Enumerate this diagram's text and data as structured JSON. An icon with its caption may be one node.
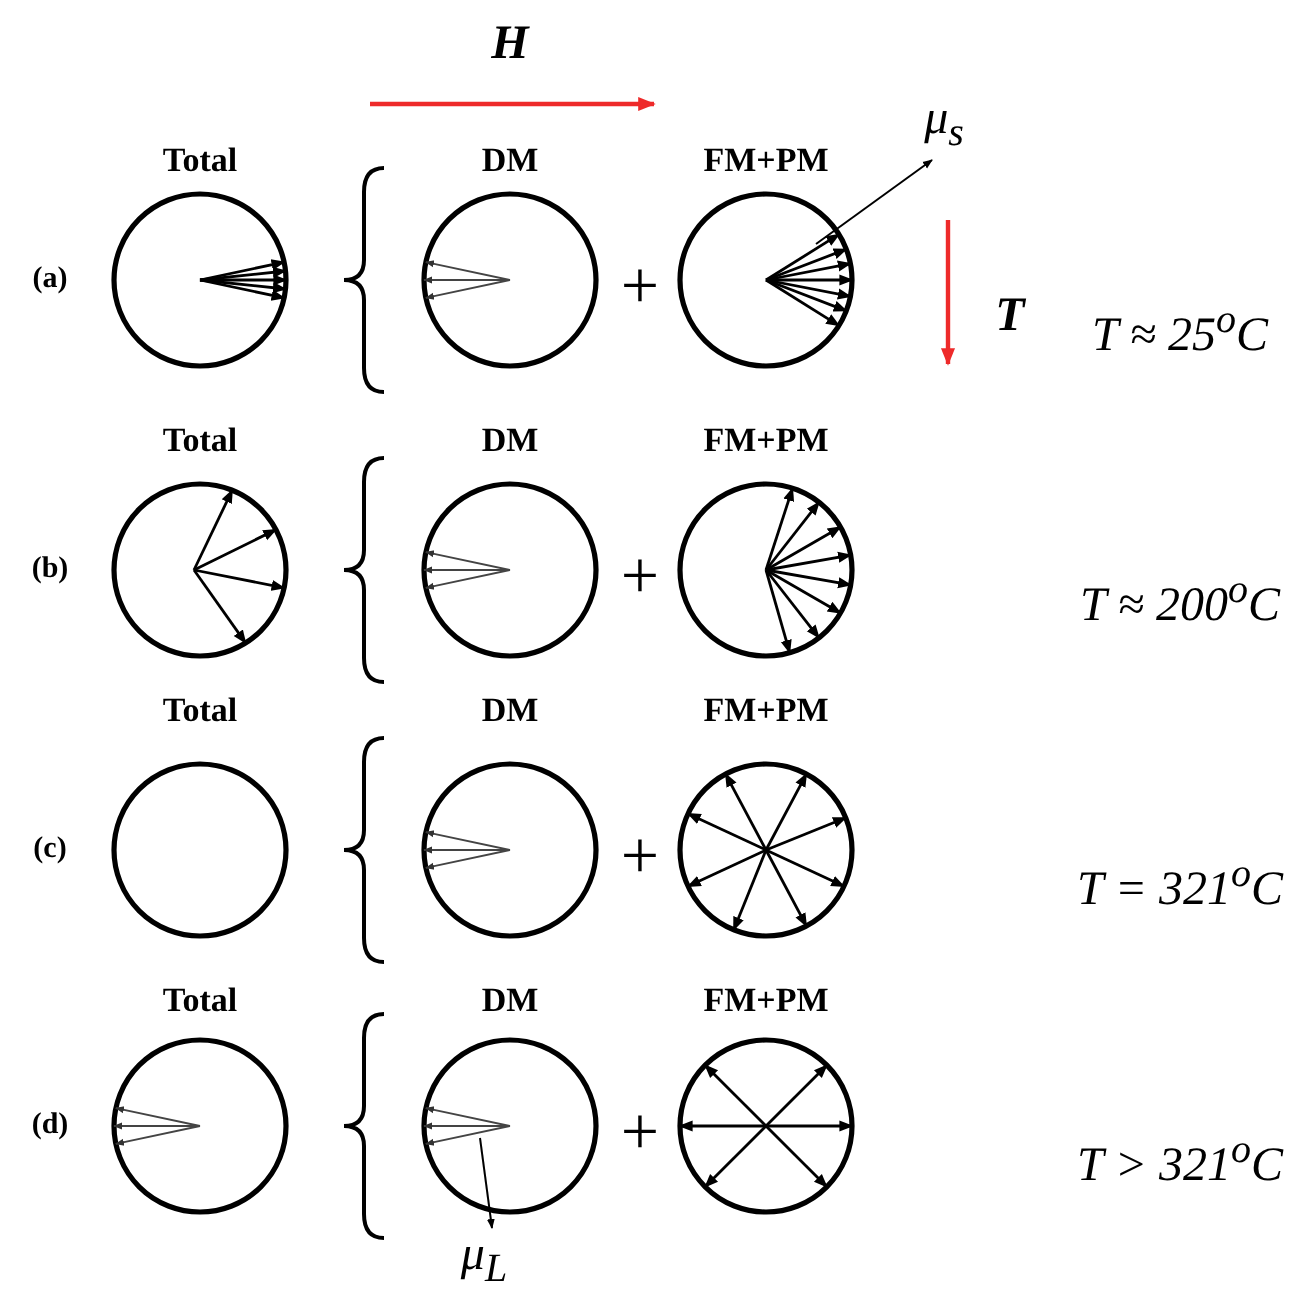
{
  "diagram": {
    "labels": [
      "H",
      "μ$_{s}$",
      "Total",
      "DM",
      "FM+PM",
      "(a)",
      "+",
      "T",
      "T ≈ 25$^{o}$C",
      "Total",
      "DM",
      "FM+PM",
      "(b)",
      "+",
      "T ≈ 200$^{o}$C",
      "Total",
      "DM",
      "FM+PM",
      "(c)",
      "+",
      "T = 321$^{o}$C",
      "Total",
      "DM",
      "FM+PM",
      "(d)",
      "+",
      "T > 321$^{o}$C",
      "μ$_{L}$"
    ]
  }
}
